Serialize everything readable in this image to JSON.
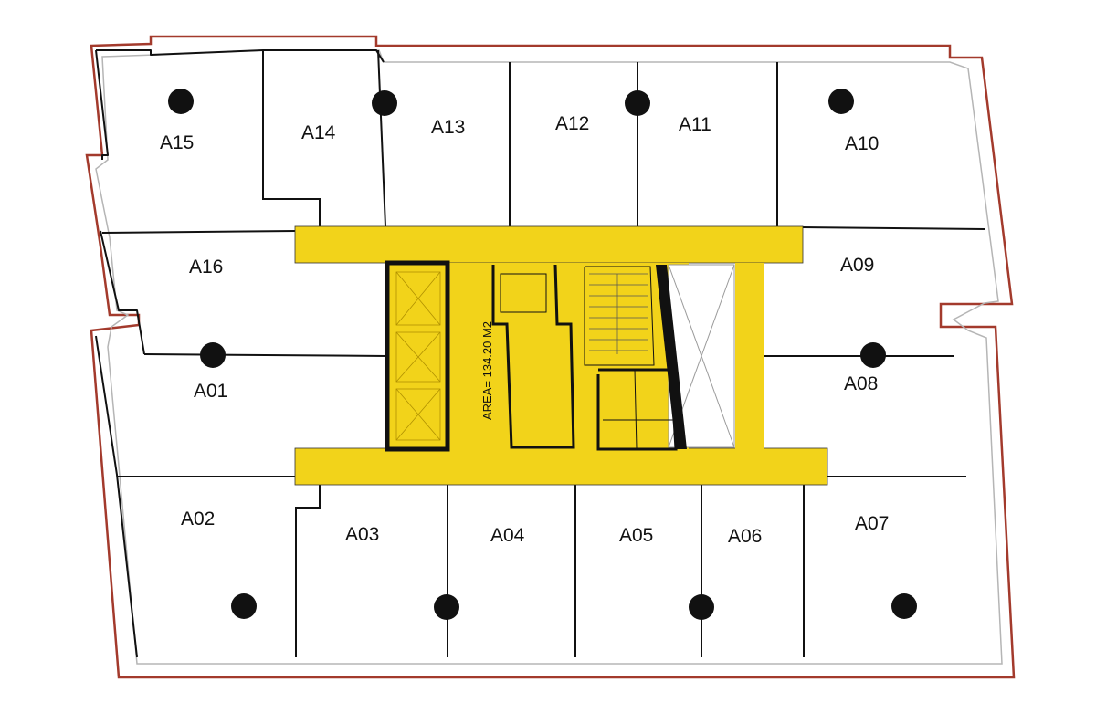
{
  "colors": {
    "core": "#f2d31a",
    "facade_outline": "#a33a2c",
    "wall": "#111111",
    "inner_outline": "#b5b5b5",
    "background": "#ffffff"
  },
  "units": [
    {
      "id": "A01",
      "label": "A01"
    },
    {
      "id": "A02",
      "label": "A02"
    },
    {
      "id": "A03",
      "label": "A03"
    },
    {
      "id": "A04",
      "label": "A04"
    },
    {
      "id": "A05",
      "label": "A05"
    },
    {
      "id": "A06",
      "label": "A06"
    },
    {
      "id": "A07",
      "label": "A07"
    },
    {
      "id": "A08",
      "label": "A08"
    },
    {
      "id": "A09",
      "label": "A09"
    },
    {
      "id": "A10",
      "label": "A10"
    },
    {
      "id": "A11",
      "label": "A11"
    },
    {
      "id": "A12",
      "label": "A12"
    },
    {
      "id": "A13",
      "label": "A13"
    },
    {
      "id": "A14",
      "label": "A14"
    },
    {
      "id": "A15",
      "label": "A15"
    },
    {
      "id": "A16",
      "label": "A16"
    }
  ],
  "core": {
    "area_label": "AREA= 134.20 M2"
  },
  "column_icon": "structural-column-dot"
}
